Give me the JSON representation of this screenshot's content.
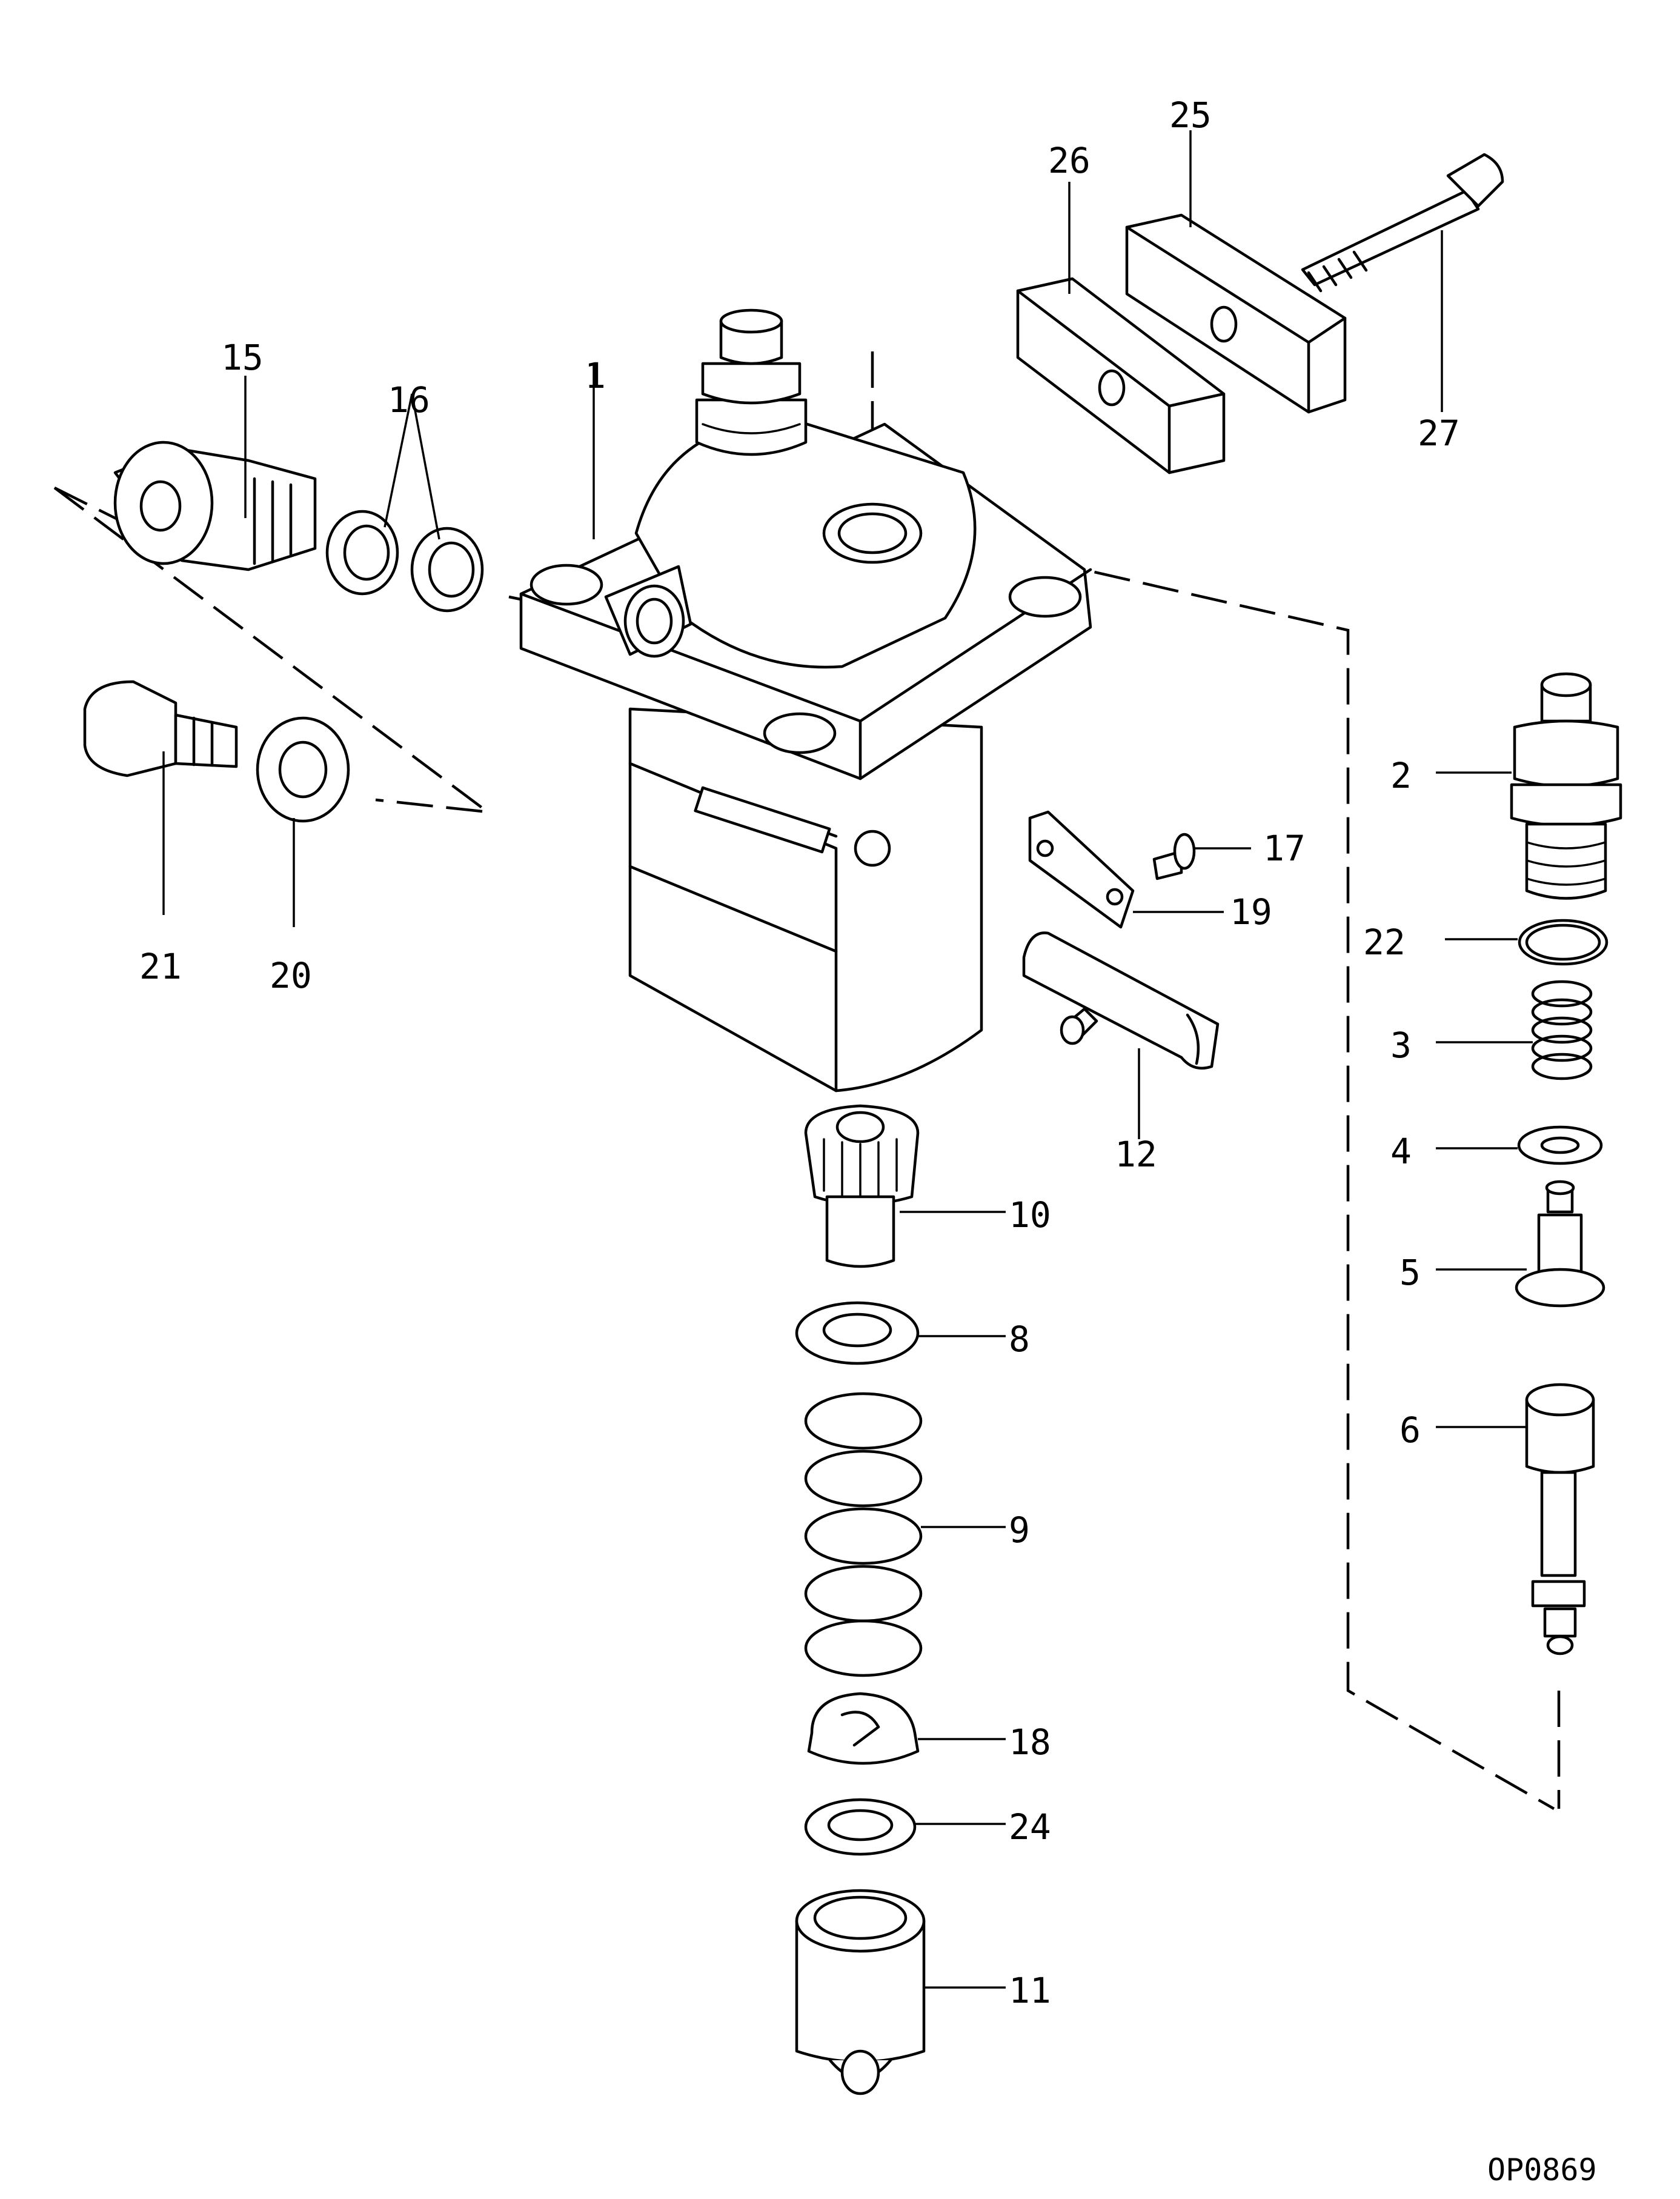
{
  "drawing_code": "OP0869",
  "callouts": [
    {
      "label": "1"
    },
    {
      "label": "2"
    },
    {
      "label": "3"
    },
    {
      "label": "4"
    },
    {
      "label": "5"
    },
    {
      "label": "6"
    },
    {
      "label": "8"
    },
    {
      "label": "9"
    },
    {
      "label": "10"
    },
    {
      "label": "11"
    },
    {
      "label": "12"
    },
    {
      "label": "15"
    },
    {
      "label": "16"
    },
    {
      "label": "17"
    },
    {
      "label": "18"
    },
    {
      "label": "19"
    },
    {
      "label": "20"
    },
    {
      "label": "21"
    },
    {
      "label": "22"
    },
    {
      "label": "24"
    },
    {
      "label": "25"
    },
    {
      "label": "26"
    },
    {
      "label": "27"
    }
  ]
}
